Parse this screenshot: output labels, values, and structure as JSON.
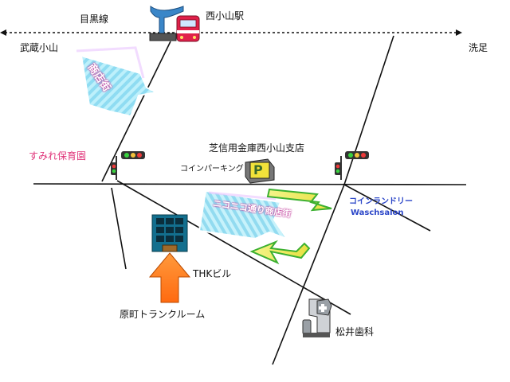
{
  "title": "",
  "rail": {
    "line_name": "目黒線",
    "station": "西小山駅",
    "west_direction": "武蔵小山",
    "east_direction": "洗足"
  },
  "bubbles": {
    "shotengai": "商店街",
    "nikoniko": "ニコニコ通り商店街"
  },
  "places": {
    "nursery": "すみれ保育園",
    "bank": "芝信用金庫西小山支店",
    "parking": "コインパーキング",
    "parking_sign": "P",
    "laundry": "コインランドリー",
    "laundry_name": "Waschsalon",
    "thk_building": "THKビル",
    "destination": "原町トランクルーム",
    "dental": "松井歯科"
  },
  "colors": {
    "arrow": "#ff7a1a",
    "green_arrow": "#3cb030",
    "bubble_fill": "#a8e8f8",
    "train": "#e0204a",
    "pink_text": "#e0357a",
    "blue_text": "#2b46c8"
  }
}
